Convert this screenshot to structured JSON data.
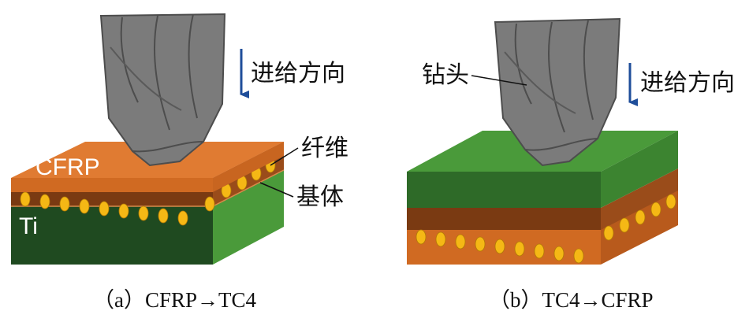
{
  "panel_a": {
    "feed_direction": "进给方向",
    "fiber": "纤维",
    "matrix": "基体",
    "layer_top": "CFRP",
    "layer_bottom": "Ti",
    "caption": "（a）CFRP→TC4"
  },
  "panel_b": {
    "drill": "钻头",
    "feed_direction": "进给方向",
    "caption": "（b）TC4→CFRP"
  },
  "colors": {
    "cfrp_orange": "#e07b32",
    "ti_green": "#2f6b2c",
    "matrix_brown": "#8b4316",
    "fiber_yellow": "#f5b815",
    "arrow_blue": "#1f4e9a",
    "drill_gray": "#7a7a7a"
  }
}
